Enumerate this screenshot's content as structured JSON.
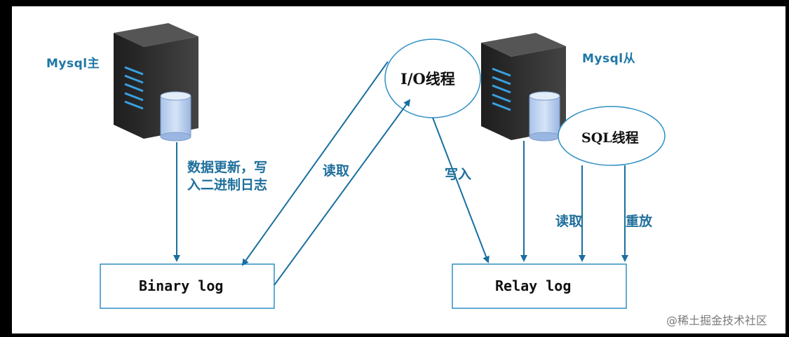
{
  "master": {
    "label": "Mysql主"
  },
  "slave": {
    "label": "Mysql从"
  },
  "io_thread": {
    "label": "I/O线程"
  },
  "sql_thread": {
    "label": "SQL线程"
  },
  "binary_log": {
    "label": "Binary log"
  },
  "relay_log": {
    "label": "Relay log"
  },
  "edges": {
    "write_binlog_line1": "数据更新，写",
    "write_binlog_line2": "入二进制日志",
    "io_read": "读取",
    "io_write": "写入",
    "sql_read": "读取",
    "sql_replay": "重放"
  },
  "watermark": "@稀土掘金技术社区",
  "colors": {
    "arrow": "#1a6fa0",
    "box_border": "#2f8fc4",
    "label": "#1f6f9c",
    "server_body": "#333333",
    "server_led": "#3aa0e0",
    "disk": "#b9cfee"
  }
}
